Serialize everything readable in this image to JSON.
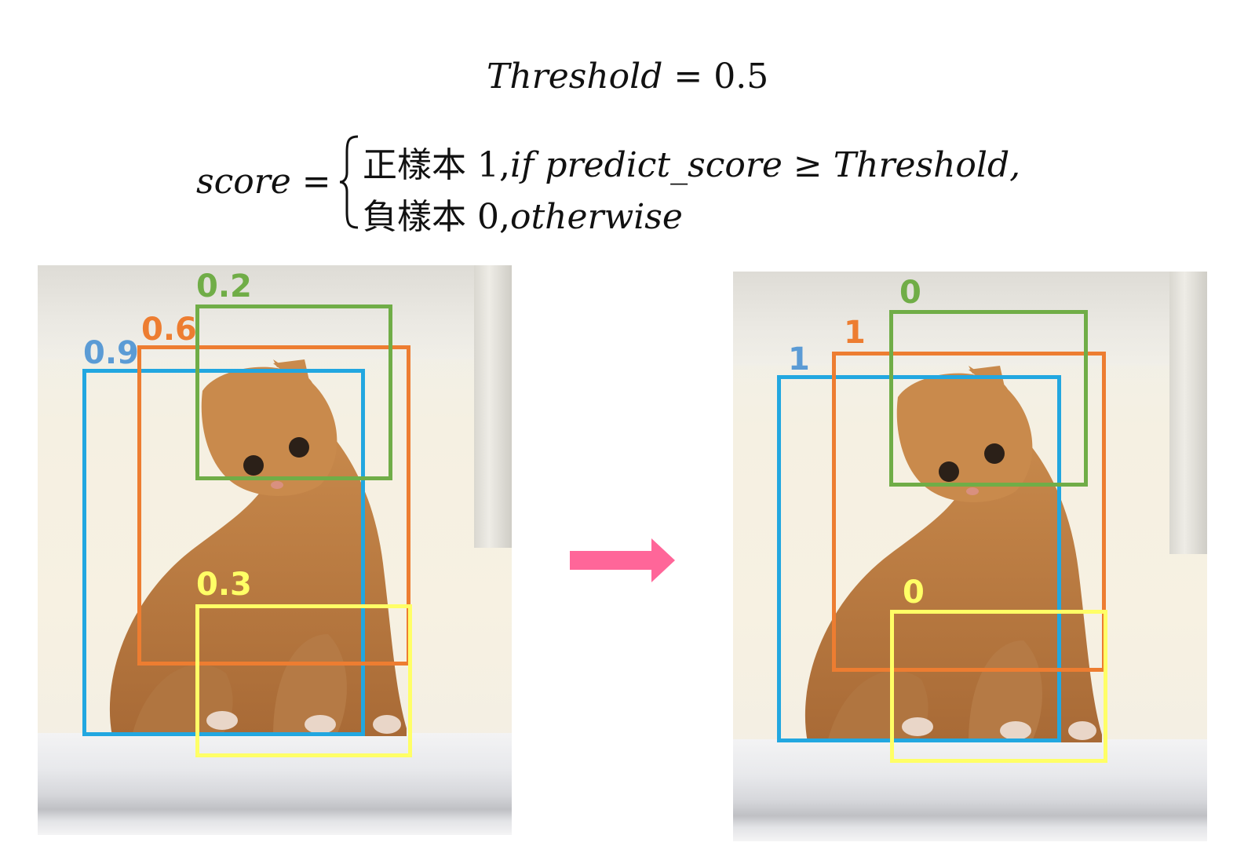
{
  "formula": {
    "threshold_lhs": "Threshold",
    "threshold_op": " = ",
    "threshold_value": "0.5",
    "score_lhs": "score",
    "score_op": " = ",
    "case1_label": "正樣本",
    "case1_value": "1,",
    "case1_condition": "if predict_score ≥ Threshold,",
    "case2_label": "負樣本",
    "case2_value": "0,",
    "case2_condition": "otherwise"
  },
  "colors": {
    "blue": "#22a7e0",
    "orange": "#ed7d31",
    "green": "#70ad47",
    "yellow": "#ffff66",
    "blue_label": "#5b9bd5",
    "arrow": "#ff6699"
  },
  "left_panel": {
    "boxes": [
      {
        "id": "blue",
        "label": "0.9"
      },
      {
        "id": "orange",
        "label": "0.6"
      },
      {
        "id": "green",
        "label": "0.2"
      },
      {
        "id": "yellow",
        "label": "0.3"
      }
    ]
  },
  "right_panel": {
    "boxes": [
      {
        "id": "blue",
        "label": "1"
      },
      {
        "id": "orange",
        "label": "1"
      },
      {
        "id": "green",
        "label": "0"
      },
      {
        "id": "yellow",
        "label": "0"
      }
    ]
  },
  "icons": {
    "arrow": "right-arrow-icon"
  }
}
